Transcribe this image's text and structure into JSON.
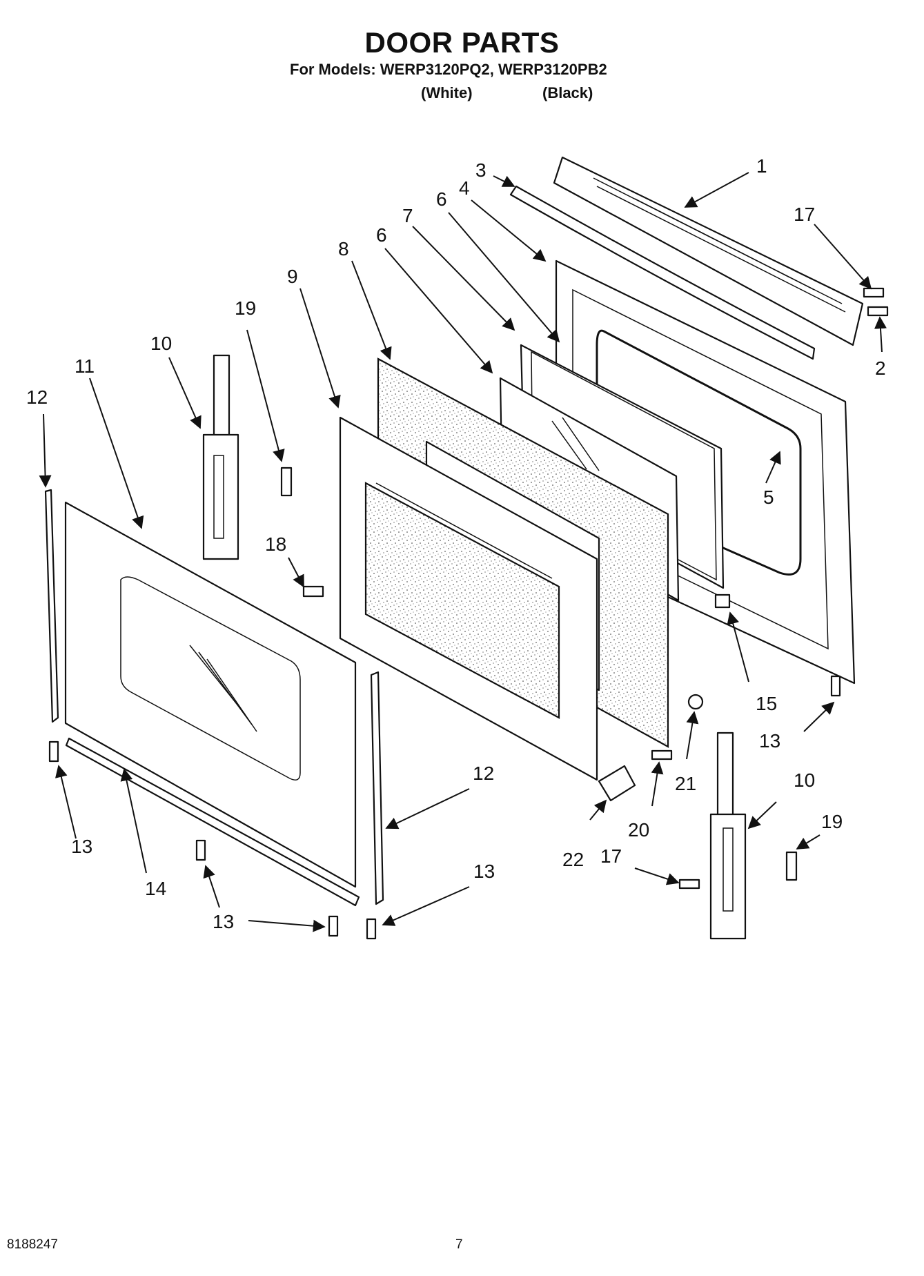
{
  "header": {
    "title": "DOOR PARTS",
    "models_line": "For Models: WERP3120PQ2, WERP3120PB2",
    "variant_white": "(White)",
    "variant_black": "(Black)"
  },
  "footer": {
    "doc_number": "8188247",
    "page_number": "7"
  },
  "callouts": {
    "c1": "1",
    "c2": "2",
    "c3": "3",
    "c4": "4",
    "c5": "5",
    "c6a": "6",
    "c6b": "6",
    "c7": "7",
    "c8": "8",
    "c9": "9",
    "c10a": "10",
    "c10b": "10",
    "c11": "11",
    "c12a": "12",
    "c12b": "12",
    "c13a": "13",
    "c13b": "13",
    "c13c": "13",
    "c13d": "13",
    "c14": "14",
    "c15": "15",
    "c17a": "17",
    "c17b": "17",
    "c18": "18",
    "c19a": "19",
    "c19b": "19",
    "c20": "20",
    "c21": "21",
    "c22": "22"
  }
}
